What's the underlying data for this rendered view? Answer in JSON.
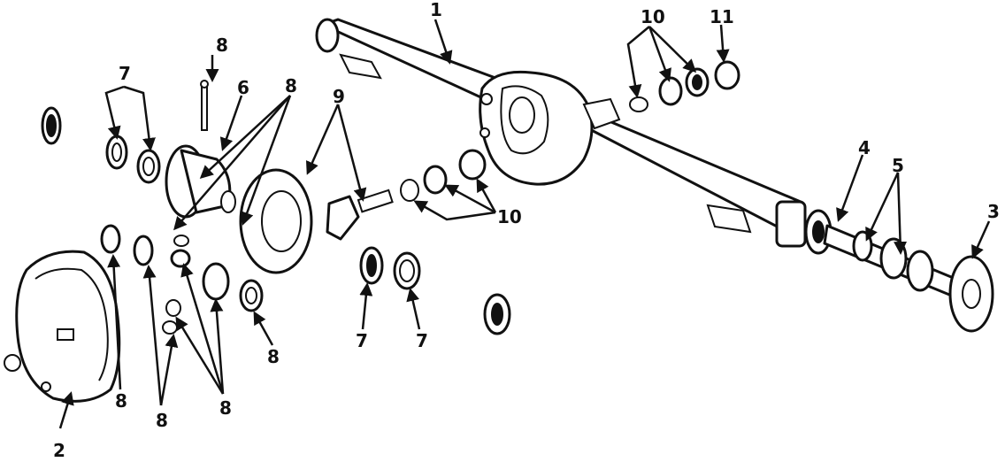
{
  "colors": {
    "ink": "#111111",
    "paper": "#ffffff"
  },
  "callouts": {
    "c1": "1",
    "c2": "2",
    "c3": "3",
    "c4": "4",
    "c5": "5",
    "c6": "6",
    "c7a": "7",
    "c7b": "7",
    "c7c": "7",
    "c8a": "8",
    "c8b": "8",
    "c8c": "8",
    "c8d": "8",
    "c8e": "8",
    "c8f": "8",
    "c9": "9",
    "c10a": "10",
    "c10b": "10",
    "c11": "11"
  }
}
